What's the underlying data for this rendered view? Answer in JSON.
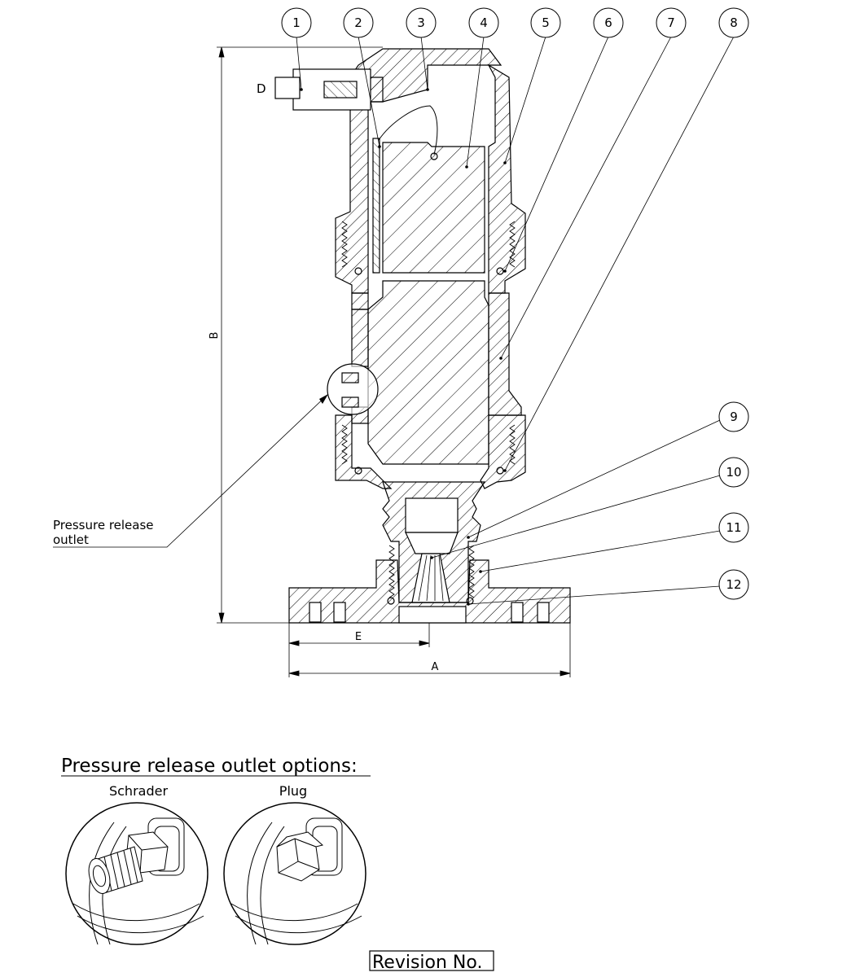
{
  "balloons": [
    "1",
    "2",
    "3",
    "4",
    "5",
    "6",
    "7",
    "8",
    "9",
    "10",
    "11",
    "12"
  ],
  "dimensions": {
    "a": "A",
    "b": "B",
    "d": "D",
    "e": "E"
  },
  "callout": {
    "line1": "Pressure release",
    "line2": "outlet"
  },
  "options": {
    "heading": "Pressure release outlet options:",
    "schrader_label": "Schrader",
    "plug_label": "Plug"
  },
  "revision_label": "Revision No."
}
